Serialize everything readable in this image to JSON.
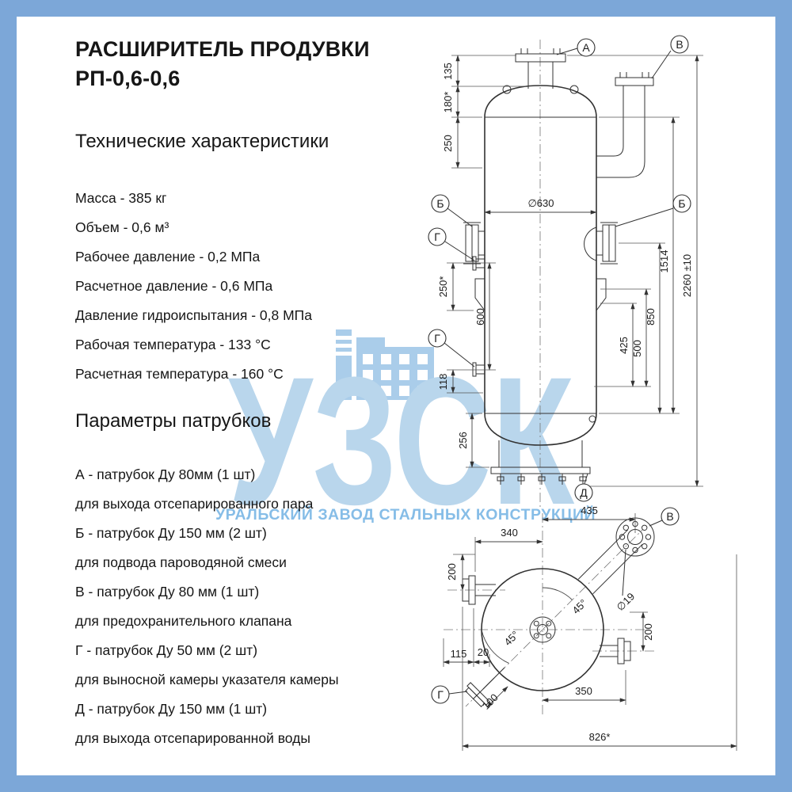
{
  "document": {
    "title_line1": "РАСШИРИТЕЛЬ ПРОДУВКИ",
    "title_line2": "РП-0,6-0,6"
  },
  "specs": {
    "heading": "Технические характеристики",
    "items": [
      "Масса - 385 кг",
      "Объем - 0,6 м³",
      "Рабочее давление - 0,2 МПа",
      "Расчетное давление - 0,6 МПа",
      "Давление гидроиспытания - 0,8 МПа",
      "Рабочая температура - 133 °С",
      "Расчетная температура - 160 °С"
    ]
  },
  "nozzles": {
    "heading": "Параметры патрубков",
    "lines": [
      "А - патрубок Ду 80мм (1 шт)",
      "для выхода отсепарированного пара",
      "Б - патрубок Ду 150 мм (2 шт)",
      "для подвода пароводяной смеси",
      "В - патрубок Ду 80 мм (1 шт)",
      "для предохранительного клапана",
      "Г - патрубок Ду 50 мм (2 шт)",
      "для выносной камеры указателя камеры",
      "Д - патрубок Ду 150 мм (1 шт)",
      "для выхода отсепарированной воды"
    ]
  },
  "watermark": {
    "acronym": "УЗСК",
    "subtitle": "УРАЛЬСКИЙ ЗАВОД СТАЛЬНЫХ КОНСТРУКЦИЙ",
    "icon": "factory-icon",
    "letters_color": "#b9d6ec",
    "subtitle_color": "#86bde7",
    "frame_color": "#7ca7d8"
  },
  "front_view": {
    "labels": {
      "a": "А",
      "b": "Б",
      "v": "В",
      "g": "Г",
      "d": "Д"
    },
    "dims": {
      "h135": "135",
      "h180": "180*",
      "h250": "250",
      "dia630": "∅630",
      "s250": "250*",
      "s600": "600",
      "s118": "118",
      "s256": "256",
      "r425": "425",
      "r500": "500",
      "r850": "850",
      "r1514": "1514",
      "r2260": "2260 ±10"
    }
  },
  "top_view": {
    "labels": {
      "v": "В",
      "g": "Г"
    },
    "dims": {
      "w340": "340",
      "w435": "435",
      "l200": "200",
      "r200": "200",
      "w115": "115",
      "w20": "20",
      "a45_top": "45°",
      "a45_bottom": "45°",
      "dia19": "∅19",
      "w350": "350",
      "n100": "100",
      "w826": "826*"
    }
  }
}
